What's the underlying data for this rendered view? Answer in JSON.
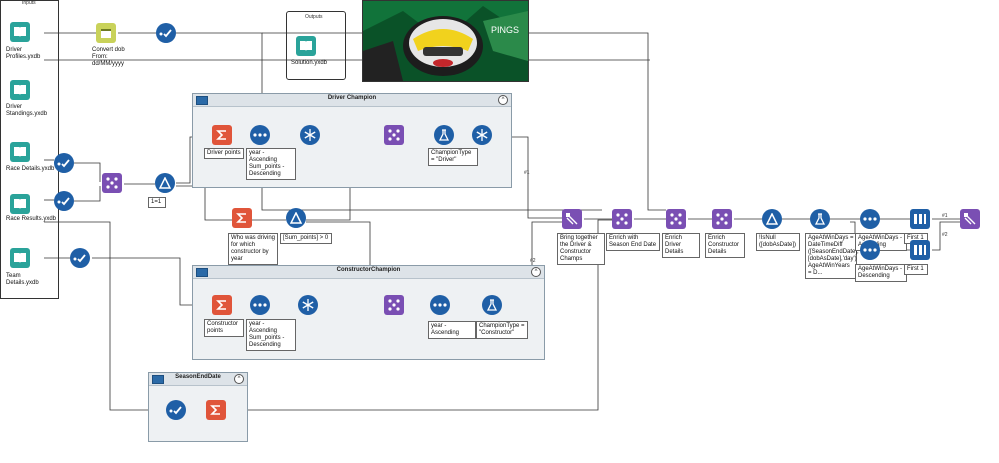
{
  "containers": {
    "inputs_title": "Inputs",
    "outputs_title": "Outputs",
    "driver_champion": "Driver Champion",
    "constructor_champion": "ConstructorChampion",
    "season_end_date": "SeasonEndDate"
  },
  "inputs": {
    "driver_profiles": "Driver Profiles.yxdb",
    "driver_standings": "Driver Standings.yxdb",
    "race_details": "Race Details.yxdb",
    "race_results": "Race Results.yxdb",
    "team_details": "Team Details.yxdb"
  },
  "outputs": {
    "solution": "Solution.yxdb"
  },
  "labels": {
    "convert_dob": "Convert dob From: dd/MM/yyyy",
    "one_eq_one": "1=1",
    "driver_points": "Driver points",
    "year_sort_dc": "year - Ascending Sum_points - Descending",
    "champion_type_driver": "ChampionType = \"Driver\"",
    "who_driving": "Who was driving for which constructor by year",
    "sum_points_filter": "[Sum_points] > 0",
    "constructor_points": "Constructor points",
    "year_sort_cc": "year - Ascending Sum_points - Descending",
    "year_asc": "year - Ascending",
    "champion_type_constructor": "ChampionType = \"Constructor\"",
    "bring_together": "Bring together the Driver & Constructor Champs",
    "enrich_season": "Enrich with Season End Date",
    "enrich_driver": "Enrich Driver Details",
    "enrich_constructor": "Enrich Constructor Details",
    "isnull": "!IsNull ([dobAsDate])",
    "age_formula": "AgeAtWinDays = DateTimeDiff ([SeasonEndDate],[dobAsDate],'day') AgeAtWinYears = D...",
    "age_sort_asc": "AgeAtWinDays - Ascending",
    "age_sort_desc": "AgeAtWinDays - Descending",
    "first1_a": "First 1",
    "first1_b": "First 1",
    "anchor1": "#1",
    "anchor2": "#2",
    "anchor1b": "#1",
    "anchor2b": "#2"
  },
  "colors": {
    "input_tool": "#2aa39a",
    "blue_tool": "#1f5fa6",
    "summarize_tool": "#e0553a",
    "join_tool": "#7a4fb3",
    "formula_tool": "#c9d25a",
    "container_bg": "#eef1f3"
  }
}
